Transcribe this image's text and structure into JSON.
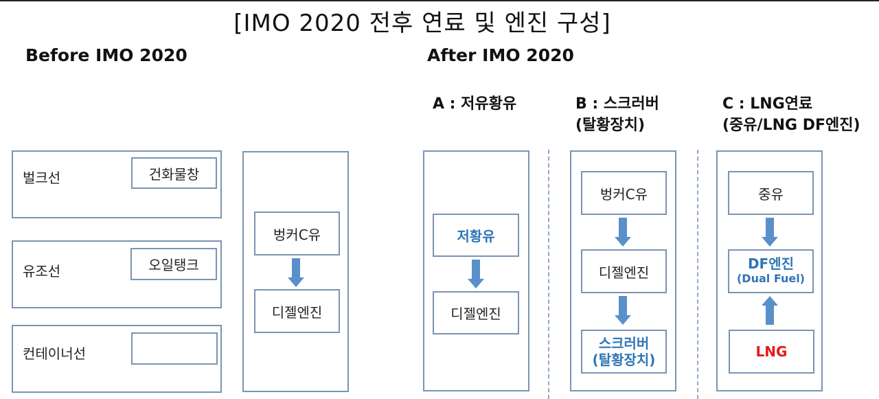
{
  "title": "[IMO 2020 전후 연료 및 엔진 구성]",
  "before": {
    "heading": "Before IMO 2020",
    "ships": [
      {
        "name": "벌크선",
        "storage": "건화물창"
      },
      {
        "name": "유조선",
        "storage": "오일탱크"
      },
      {
        "name": "컨테이너선",
        "storage": ""
      }
    ],
    "flow": {
      "fuel": "벙커C유",
      "engine": "디젤엔진"
    }
  },
  "after": {
    "heading": "After IMO 2020",
    "options": [
      {
        "label_line1": "A : 저유황유",
        "label_line2": "",
        "nodes": [
          "저황유",
          "디젤엔진"
        ]
      },
      {
        "label_line1": "B : 스크러버",
        "label_line2": "(탈황장치)",
        "nodes": [
          "벙커C유",
          "디젤엔진",
          "스크러버",
          "(탈황장치)"
        ]
      },
      {
        "label_line1": "C : LNG연료",
        "label_line2": "(중유/LNG DF엔진)",
        "nodes": [
          "중유",
          "DF엔진",
          "(Dual Fuel)",
          "LNG"
        ]
      }
    ]
  },
  "colors": {
    "box_border": "#7a93b3",
    "arrow": "#5b8fc9",
    "highlight_blue": "#2e75b6",
    "highlight_red": "#e41b1b",
    "divider": "#8fa9c9"
  }
}
